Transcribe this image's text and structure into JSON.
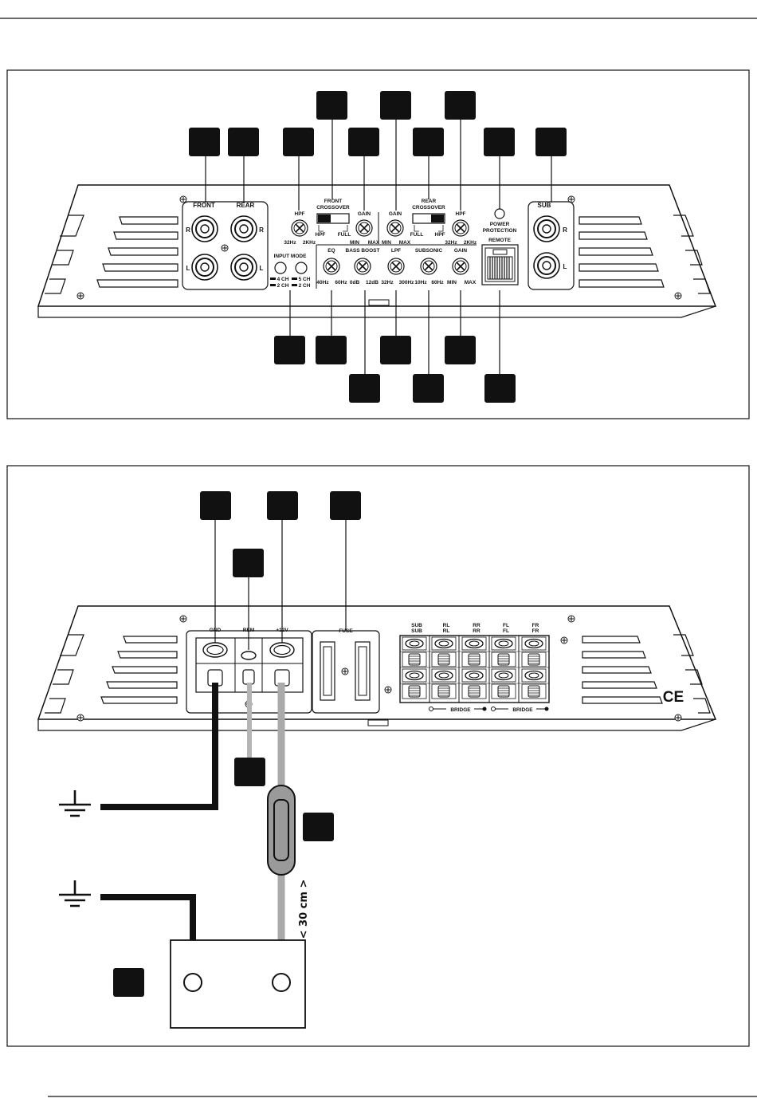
{
  "panel1": {
    "front_label": "FRONT",
    "rear_label": "REAR",
    "r": "R",
    "l": "L",
    "hpf_front": {
      "title": "HPF",
      "min": "32Hz",
      "max": "2KHz"
    },
    "front_crossover": {
      "line1": "FRONT",
      "line2": "CROSSOVER",
      "left": "HPF",
      "right": "FULL"
    },
    "gain_front": {
      "title": "GAIN",
      "min": "MIN",
      "max": "MAX"
    },
    "gain_rear": {
      "title": "GAIN",
      "min": "MIN",
      "max": "MAX"
    },
    "rear_crossover": {
      "line1": "REAR",
      "line2": "CROSSOVER",
      "left": "FULL",
      "right": "HPF"
    },
    "hpf_rear": {
      "title": "HPF",
      "min": "32Hz",
      "max": "2KHz"
    },
    "power_protection": {
      "line1": "POWER",
      "line2": "PROTECTION"
    },
    "remote": "REMOTE",
    "sub": "SUB",
    "input_mode": {
      "title": "INPUT MODE",
      "a1": "4 CH",
      "a2": "2 CH",
      "b1": "5 CH",
      "b2": "2 CH"
    },
    "eq": {
      "title": "EQ",
      "min": "40Hz",
      "max": "60Hz"
    },
    "bass_boost": {
      "title": "BASS BOOST",
      "min": "0dB",
      "max": "12dB"
    },
    "lpf": {
      "title": "LPF",
      "min": "32Hz",
      "max": "300Hz"
    },
    "subsonic": {
      "title": "SUBSONIC",
      "min": "10Hz",
      "max": "60Hz"
    },
    "gain_sub": {
      "title": "GAIN",
      "min": "MIN",
      "max": "MAX"
    }
  },
  "panel2": {
    "gnd": "GND",
    "rem": "REM",
    "plus12v": "+12V",
    "fuse": "FUSE",
    "speaker_cols": [
      {
        "top": "SUB",
        "bottom": "SUB"
      },
      {
        "top": "RL",
        "bottom": "RL"
      },
      {
        "top": "RR",
        "bottom": "RR"
      },
      {
        "top": "FL",
        "bottom": "FL"
      },
      {
        "top": "FR",
        "bottom": "FR"
      }
    ],
    "bridge1": "BRIDGE",
    "bridge2": "BRIDGE",
    "ce": "CE",
    "distance": "< 30 cm >"
  },
  "colors": {
    "ink": "#111111",
    "gray_wire": "#aaaaaa",
    "fuse_fill": "#9a9a9a"
  }
}
